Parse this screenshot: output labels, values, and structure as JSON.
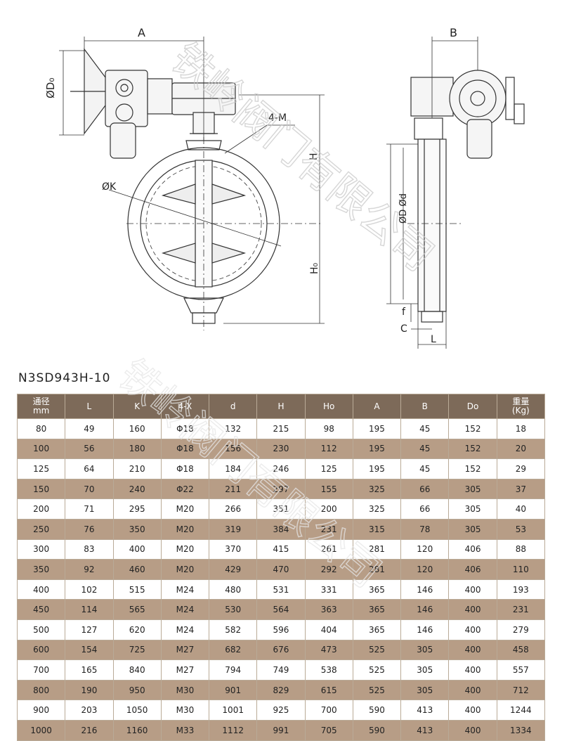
{
  "drawing": {
    "labels": {
      "A": "A",
      "B": "B",
      "Do": "ØD₀",
      "H": "H",
      "Ho": "H₀",
      "K": "ØK",
      "M": "4-M",
      "D_d": "ØD Ød",
      "f": "f",
      "C": "C",
      "L": "L"
    }
  },
  "model": "N3SD943H-10",
  "table": {
    "headers": [
      [
        "通径",
        "mm"
      ],
      [
        "L"
      ],
      [
        "K"
      ],
      [
        "4-X"
      ],
      [
        "d"
      ],
      [
        "H"
      ],
      [
        "Ho"
      ],
      [
        "A"
      ],
      [
        "B"
      ],
      [
        "Do"
      ],
      [
        "重量",
        "(Kg)"
      ]
    ],
    "rows": [
      [
        "80",
        "49",
        "160",
        "Φ18",
        "132",
        "215",
        "98",
        "195",
        "45",
        "152",
        "18"
      ],
      [
        "100",
        "56",
        "180",
        "Φ18",
        "156",
        "230",
        "112",
        "195",
        "45",
        "152",
        "20"
      ],
      [
        "125",
        "64",
        "210",
        "Φ18",
        "184",
        "246",
        "125",
        "195",
        "45",
        "152",
        "29"
      ],
      [
        "150",
        "70",
        "240",
        "Φ22",
        "211",
        "297",
        "155",
        "325",
        "66",
        "305",
        "37"
      ],
      [
        "200",
        "71",
        "295",
        "M20",
        "266",
        "351",
        "200",
        "325",
        "66",
        "305",
        "40"
      ],
      [
        "250",
        "76",
        "350",
        "M20",
        "319",
        "384",
        "231",
        "315",
        "78",
        "305",
        "53"
      ],
      [
        "300",
        "83",
        "400",
        "M20",
        "370",
        "415",
        "261",
        "281",
        "120",
        "406",
        "88"
      ],
      [
        "350",
        "92",
        "460",
        "M20",
        "429",
        "470",
        "292",
        "281",
        "120",
        "406",
        "110"
      ],
      [
        "400",
        "102",
        "515",
        "M24",
        "480",
        "531",
        "331",
        "365",
        "146",
        "400",
        "193"
      ],
      [
        "450",
        "114",
        "565",
        "M24",
        "530",
        "564",
        "363",
        "365",
        "146",
        "400",
        "231"
      ],
      [
        "500",
        "127",
        "620",
        "M24",
        "582",
        "596",
        "404",
        "365",
        "146",
        "400",
        "279"
      ],
      [
        "600",
        "154",
        "725",
        "M27",
        "682",
        "676",
        "473",
        "525",
        "305",
        "400",
        "458"
      ],
      [
        "700",
        "165",
        "840",
        "M27",
        "794",
        "749",
        "538",
        "525",
        "305",
        "400",
        "557"
      ],
      [
        "800",
        "190",
        "950",
        "M30",
        "901",
        "829",
        "615",
        "525",
        "305",
        "400",
        "712"
      ],
      [
        "900",
        "203",
        "1050",
        "M30",
        "1001",
        "925",
        "700",
        "590",
        "413",
        "400",
        "1244"
      ],
      [
        "1000",
        "216",
        "1160",
        "M33",
        "1112",
        "991",
        "705",
        "590",
        "413",
        "400",
        "1334"
      ]
    ]
  },
  "watermark": "铁岭阀门有限公司",
  "colors": {
    "header_bg": "#7d6a59",
    "stripe_bg": "#b79d86",
    "line": "#333333"
  }
}
